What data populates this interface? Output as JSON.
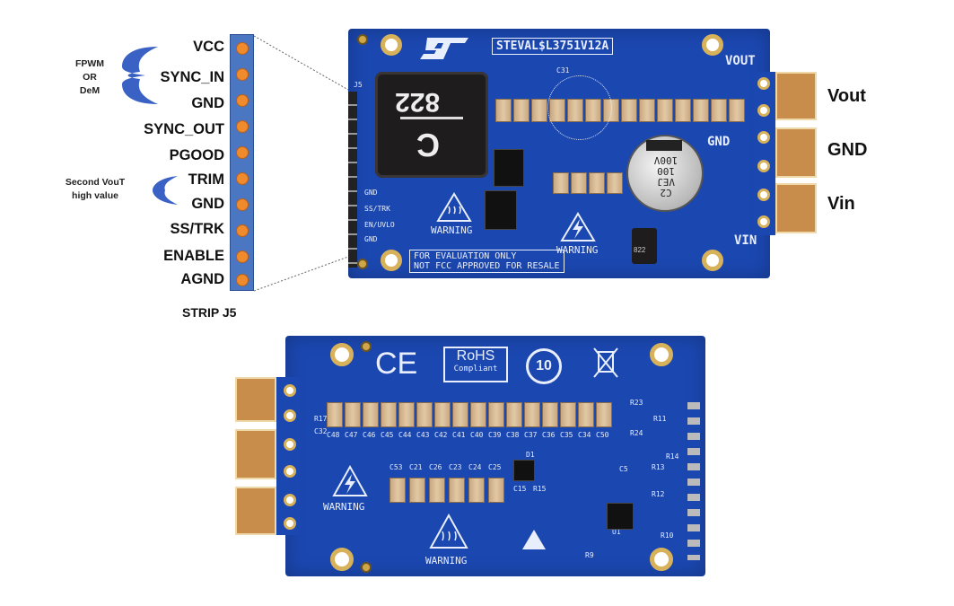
{
  "pin_strip": {
    "title": "STRIP J5",
    "pins": [
      "VCC",
      "SYNC_IN",
      "GND",
      "SYNC_OUT",
      "PGOOD",
      "TRIM",
      "GND",
      "SS/TRK",
      "ENABLE",
      "AGND"
    ],
    "note_mode": {
      "line1": "FPWM",
      "line2": "OR",
      "line3": "DeM"
    },
    "note_trim": {
      "line1": "Second VouT",
      "line2": "high value"
    }
  },
  "top_board": {
    "part_number": "STEVAL$L3751V12A",
    "inductor_code": "822",
    "inductor_letter": "C",
    "cap_markings": {
      "line1": "C2",
      "line2": "VEJ",
      "line3": "100",
      "line4": "100V"
    },
    "label_vout": "VOUT",
    "label_gnd": "GND",
    "label_vin": "VIN",
    "label_j5": "J5",
    "label_c31": "C31",
    "warning_left": "WARNING",
    "warning_right": "WARNING",
    "notice_line1": "FOR EVALUATION ONLY",
    "notice_line2": "NOT FCC APPROVED FOR RESALE",
    "small_ind": "822",
    "pin_silk": [
      "GND",
      "SS/TRK",
      "EN/UVLO",
      "GND"
    ]
  },
  "terminals": [
    "Vout",
    "GND",
    "Vin"
  ],
  "bottom_board": {
    "rohs_line1": "RoHS",
    "rohs_line2": "Compliant",
    "ce_mark": "CE",
    "eco_number": "10",
    "warning_left": "WARNING",
    "warning_center": "WARNING",
    "cap_row_labels": [
      "C48",
      "C47",
      "C46",
      "C45",
      "C44",
      "C43",
      "C42",
      "C41",
      "C40",
      "C39",
      "C38",
      "C37",
      "C36",
      "C35",
      "C34",
      "C50"
    ],
    "cap_row2_labels": [
      "C53",
      "C21",
      "C26",
      "C23",
      "C24",
      "C25"
    ],
    "misc_labels": {
      "r23": "R23",
      "r24": "R24",
      "r11": "R11",
      "r17": "R17",
      "c32": "C32",
      "d1": "D1",
      "c15": "C15",
      "r15": "R15",
      "r14": "R14",
      "r13": "R13",
      "r10": "R10",
      "r9": "R9",
      "u1": "U1",
      "c5": "C5",
      "r12": "R12"
    }
  }
}
